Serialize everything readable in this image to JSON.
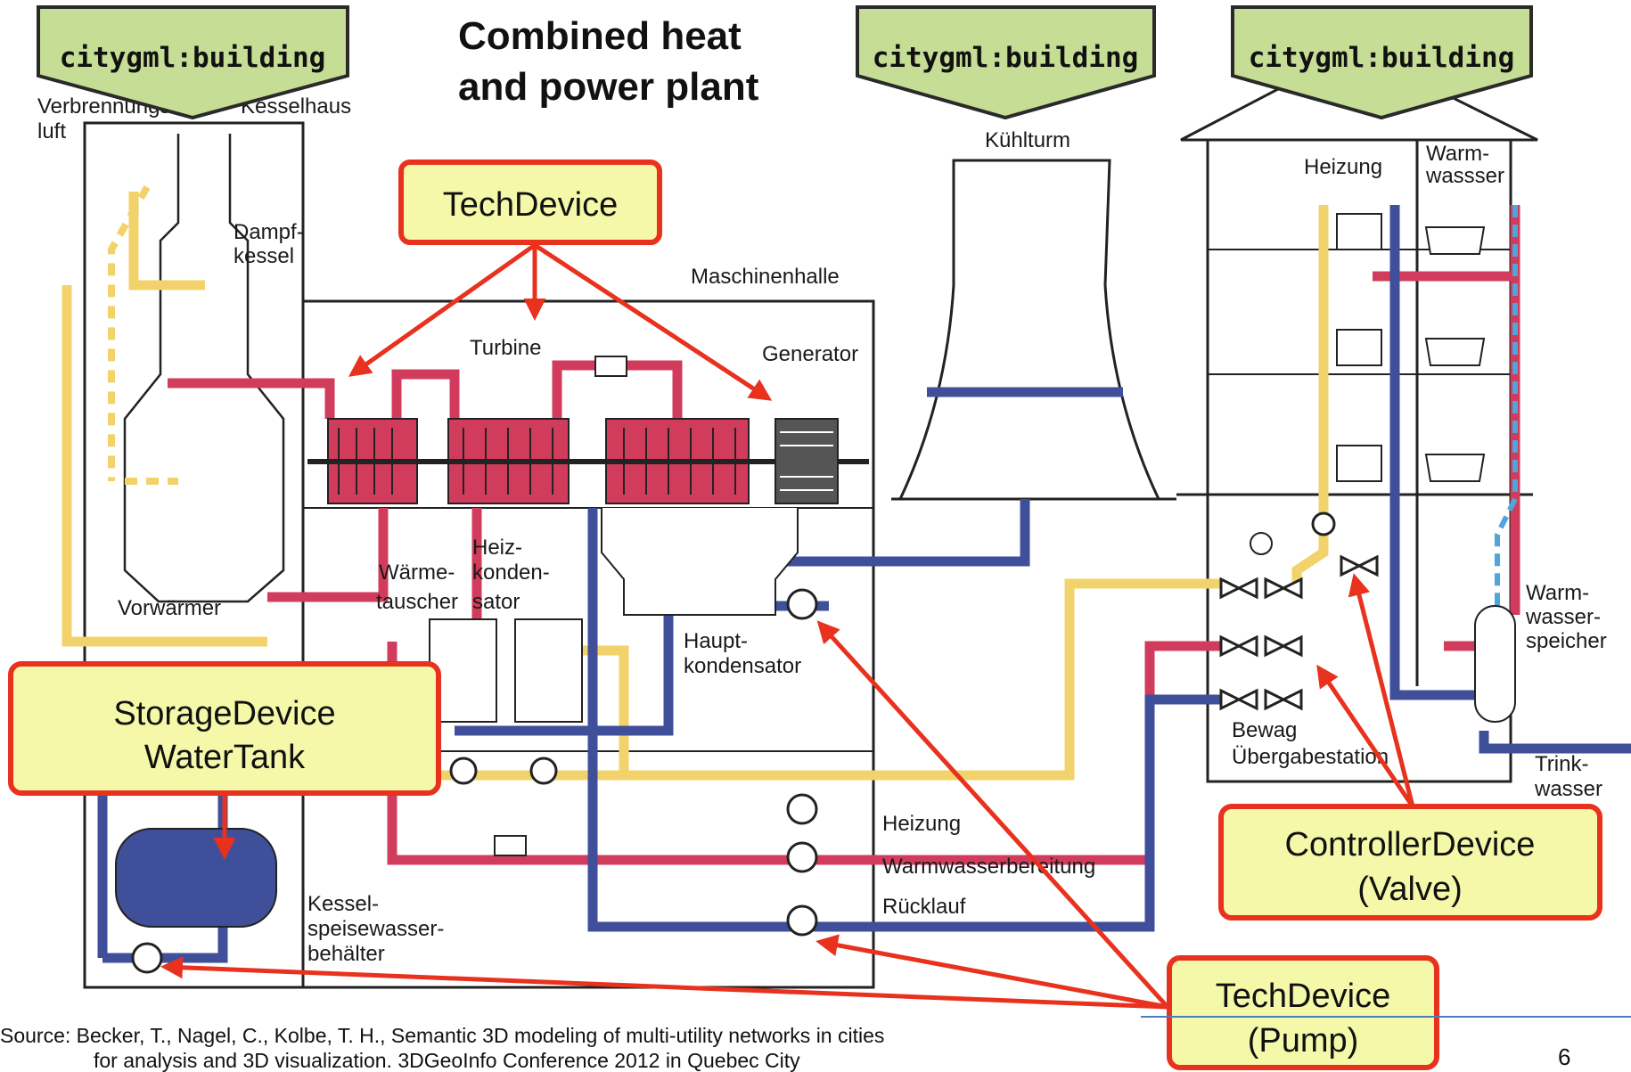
{
  "title": {
    "line1": "Combined heat",
    "line2": "and power plant"
  },
  "citygml_tags": [
    "citygml:building",
    "citygml:building",
    "citygml:building"
  ],
  "callouts": {
    "techdevice": "TechDevice",
    "storage": {
      "line1": "StorageDevice",
      "line2": "WaterTank"
    },
    "controller": {
      "line1": "ControllerDevice",
      "line2": "(Valve)"
    },
    "pump": {
      "line1": "TechDevice",
      "line2": "(Pump)"
    }
  },
  "labels": {
    "verbrennung": "Verbrennungs-",
    "luft": "luft",
    "kesselhaus": "Kesselhaus",
    "dampf1": "Dampf-",
    "dampf2": "kessel",
    "maschinenhalle": "Maschinenhalle",
    "turbine": "Turbine",
    "generator": "Generator",
    "kuehlturm": "Kühlturm",
    "heizung_top": "Heizung",
    "warm_top1": "Warm-",
    "warm_top2": "wassser",
    "vorwaermer": "Vorwärmer",
    "waerme1": "Wärme-",
    "waerme2": "tauscher",
    "heiz1": "Heiz-",
    "heiz2": "konden-",
    "heiz3": "sator",
    "haupt1": "Haupt-",
    "haupt2": "kondensator",
    "bewag1": "Bewag",
    "bewag2": "Übergabestation",
    "warmspeicher1": "Warm-",
    "warmspeicher2": "wasser-",
    "warmspeicher3": "speicher",
    "trink1": "Trink-",
    "trink2": "wasser",
    "heizung": "Heizung",
    "warmwasserbereitung": "Warmwasserbereitung",
    "ruecklauf": "Rücklauf",
    "kessel1": "Kessel-",
    "kessel2": "speisewasser-",
    "kessel3": "behälter"
  },
  "source": {
    "line1": "Source:  Becker, T., Nagel, C., Kolbe, T. H., Semantic 3D modeling of multi-utility networks in cities",
    "line2": "for analysis and 3D visualization. 3DGeoInfo Conference 2012 in Quebec City"
  },
  "page_number": "6",
  "colors": {
    "hot": "#d23c5c",
    "cold": "#3f4f9a",
    "warm": "#f2d36b",
    "water": "#4fa6d8",
    "callout_fill": "#f4f8a8",
    "callout_border": "#e8321e",
    "tag_fill": "#c5dd94",
    "arrow": "#e8321e"
  }
}
